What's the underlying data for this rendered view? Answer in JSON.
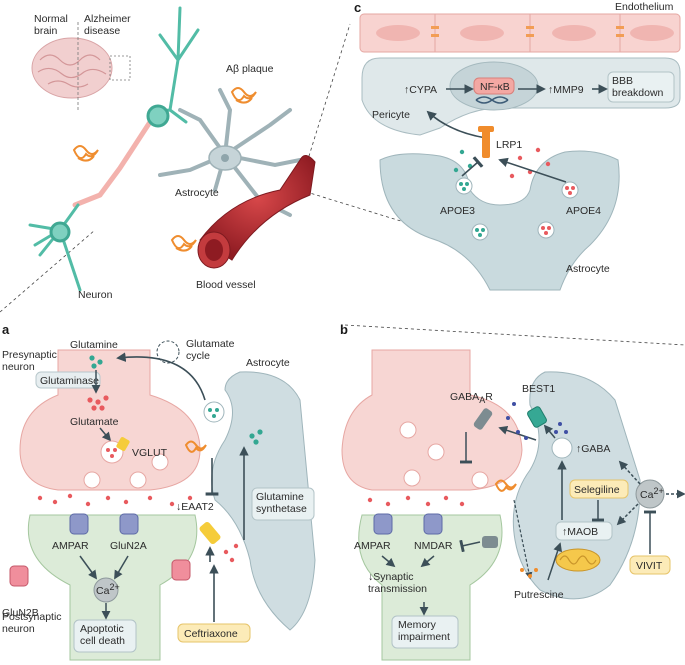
{
  "panels": {
    "a": "a",
    "b": "b",
    "c": "c"
  },
  "overview": {
    "normal_brain": "Normal\nbrain",
    "alzheimer": "Alzheimer\ndisease",
    "abeta": "Aβ plaque",
    "astrocyte": "Astrocyte",
    "neuron": "Neuron",
    "vessel": "Blood vessel"
  },
  "panel_c": {
    "endothelium": "Endothelium",
    "pericyte": "Pericyte",
    "cypa": "↑CYPA",
    "nfkb": "NF-κB",
    "mmp9": "↑MMP9",
    "bbb": "BBB\nbreakdown",
    "lrp1": "LRP1",
    "apoe3": "APOE3",
    "apoe4": "APOE4",
    "astrocyte": "Astrocyte"
  },
  "panel_a": {
    "glutamine": "Glutamine",
    "glutamate_cycle": "Glutamate\ncycle",
    "presynaptic": "Presynaptic\nneuron",
    "glutaminase": "Glutaminase",
    "glutamate": "Glutamate",
    "vglut": "VGLUT",
    "astrocyte": "Astrocyte",
    "eaat2": "↓EAAT2",
    "gln_synthetase": "Glutamine\nsynthetase",
    "ampar": "AMPAR",
    "glun2a": "GluN2A",
    "glun2b": "GluN2B",
    "ca": "Ca",
    "ca_sup": "2+",
    "postsynaptic": "Postsynaptic\nneuron",
    "apoptotic": "Apoptotic\ncell death",
    "ceftriaxone": "Ceftriaxone"
  },
  "panel_b": {
    "gabaar_main": "GABA",
    "gabaar_sub": "A",
    "gabaar_r": "R",
    "best1": "BEST1",
    "gaba": "↑GABA",
    "selegiline": "Selegiline",
    "ca": "Ca",
    "ca_sup": "2+",
    "ampar": "AMPAR",
    "nmdar": "NMDAR",
    "maob": "↑MAOB",
    "synaptic": "↓Synaptic\ntransmission",
    "putrescine": "Putrescine",
    "memory": "Memory\nimpairment",
    "vivit": "VIVIT"
  },
  "colors": {
    "neuron_pink": "#f6d2cf",
    "neuron_pink_edge": "#e7a7a3",
    "post_green": "#dcebd8",
    "post_green_edge": "#a5c79f",
    "astro_blue": "#cfdde1",
    "astro_edge": "#9fb5bb",
    "teal": "#33a792",
    "red_dot": "#e85a5e",
    "orange": "#f08c2c",
    "yellow_box": "#fcebb8",
    "arrow": "#3c4f58"
  }
}
